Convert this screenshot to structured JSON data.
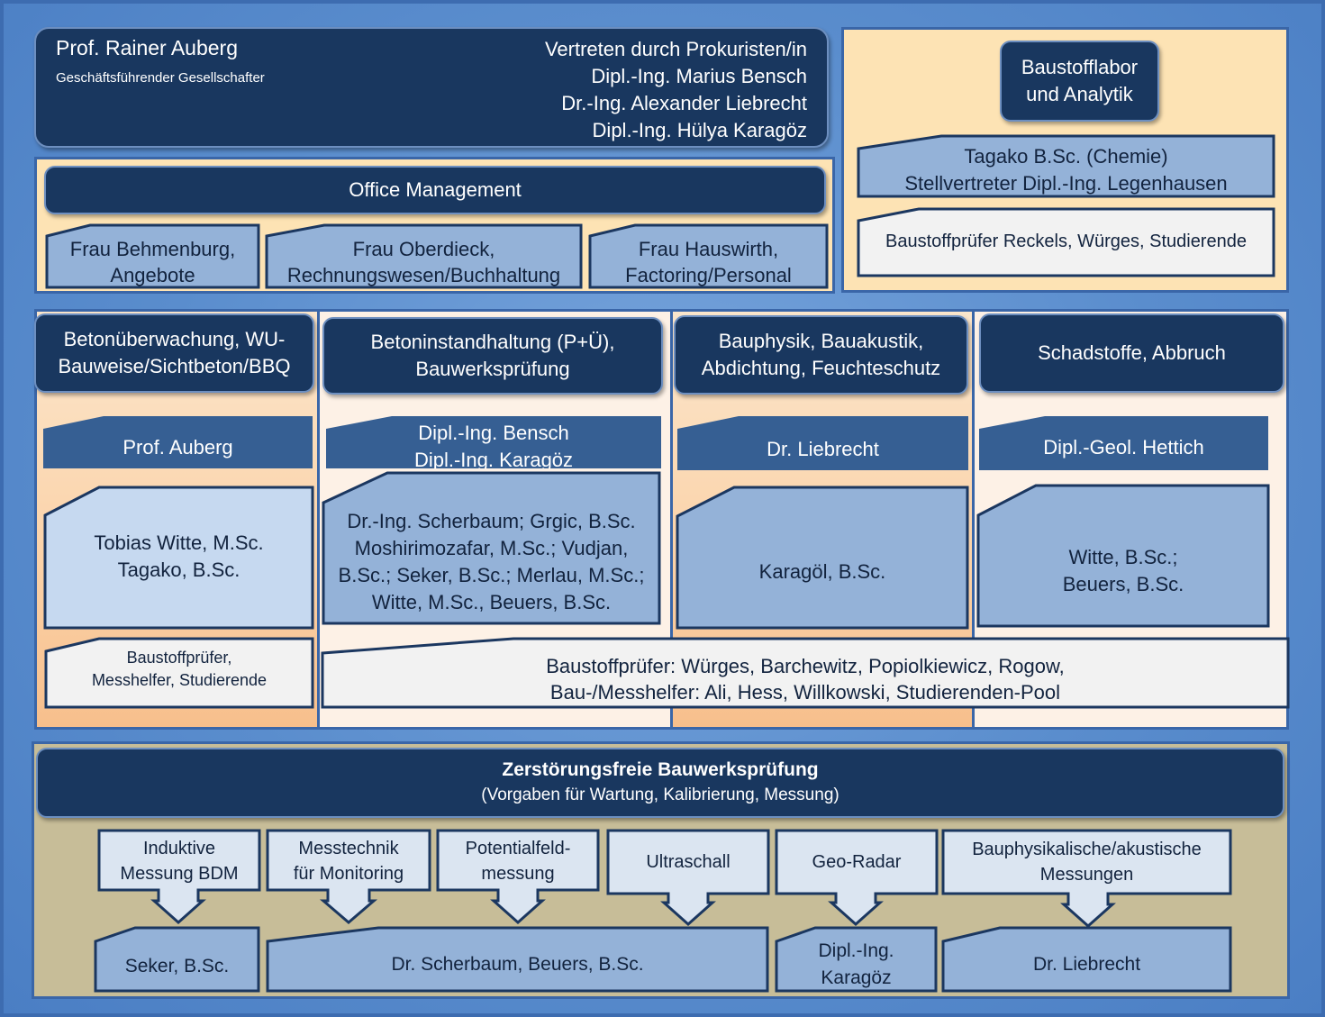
{
  "leadership": {
    "name": "Prof. Rainer Auberg",
    "role": "Geschäftsführender Gesellschafter",
    "deputies_lines": [
      "Vertreten durch Prokuristen/in",
      "Dipl.-Ing. Marius Bensch",
      "Dr.-Ing. Alexander Liebrecht",
      "Dipl.-Ing. Hülya Karagöz"
    ]
  },
  "office": {
    "title": "Office Management",
    "staff": [
      "Frau Behmenburg,\nAngebote",
      "Frau Oberdieck,\nRechnungswesen/Buchhaltung",
      "Frau Hauswirth,\nFactoring/Personal"
    ]
  },
  "lab": {
    "title": "Baustofflabor\nund Analytik",
    "lead": "Tagako B.Sc. (Chemie)\nStellvertreter Dipl.-Ing. Legenhausen",
    "staff": "Baustoffprüfer Reckels, Würges, Studierende"
  },
  "departments": [
    {
      "title": "Betonüberwachung, WU-\nBauweise/Sichtbeton/BBQ",
      "lead": "Prof. Auberg",
      "staff": "Tobias Witte, M.Sc.\nTagako, B.Sc.",
      "assistants": "Baustoffprüfer,\nMesshelfer, Studierende"
    },
    {
      "title": "Betoninstandhaltung (P+Ü),\nBauwerksprüfung",
      "lead": "Dipl.-Ing. Bensch\nDipl.-Ing. Karagöz",
      "staff": "Dr.-Ing. Scherbaum; Grgic, B.Sc.\nMoshirimozafar, M.Sc.; Vudjan,\nB.Sc.; Seker, B.Sc.; Merlau, M.Sc.;\nWitte, M.Sc., Beuers, B.Sc."
    },
    {
      "title": "Bauphysik, Bauakustik,\nAbdichtung, Feuchteschutz",
      "lead": "Dr. Liebrecht",
      "staff": "Karagöl, B.Sc."
    },
    {
      "title": "Schadstoffe, Abbruch",
      "lead": "Dipl.-Geol. Hettich",
      "staff": "Witte, B.Sc.;\nBeuers, B.Sc."
    }
  ],
  "shared_staff": "Baustoffprüfer: Würges, Barchewitz, Popiolkiewicz, Rogow,\nBau-/Messhelfer: Ali, Hess, Willkowski, Studierenden-Pool",
  "ndt": {
    "title": "Zerstörungsfreie Bauwerksprüfung",
    "subtitle": "(Vorgaben für Wartung, Kalibrierung, Messung)",
    "methods": [
      "Induktive\nMessung BDM",
      "Messtechnik\nfür Monitoring",
      "Potentialfeld-\nmessung",
      "Ultraschall",
      "Geo-Radar",
      "Bauphysikalische/akustische\nMessungen"
    ],
    "assignees": [
      "Seker, B.Sc.",
      "Dr. Scherbaum, Beuers, B.Sc.",
      "Dipl.-Ing.\nKaragöz",
      "Dr. Liebrecht"
    ]
  },
  "colors": {
    "dark_navy": "#19375f",
    "mid_blue": "#365f93",
    "light_blue": "#c6d9f0",
    "box_blue": "#94b2d8",
    "cream": "#fde3b4",
    "peach": "#f7bf8c",
    "olive": "#c7bd98",
    "background": "#5a8dcd"
  }
}
